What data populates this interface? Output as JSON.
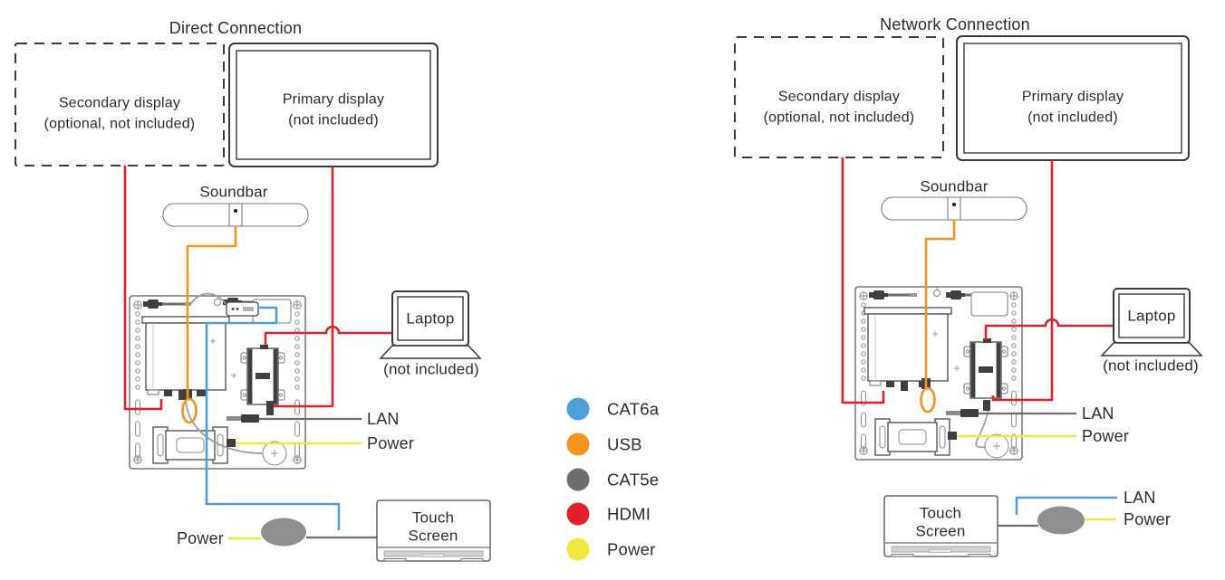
{
  "legend": {
    "items": [
      {
        "label": "CAT6a",
        "color": "#4da0d8"
      },
      {
        "label": "USB",
        "color": "#f6921e"
      },
      {
        "label": "CAT5e",
        "color": "#6d6e71"
      },
      {
        "label": "HDMI",
        "color": "#e0212a"
      },
      {
        "label": "Power",
        "color": "#efe93e"
      }
    ]
  },
  "direct": {
    "title": "Direct Connection",
    "secondary_display_line1": "Secondary display",
    "secondary_display_line2": "(optional, not included)",
    "primary_display_line1": "Primary display",
    "primary_display_line2": "(not included)",
    "soundbar": "Soundbar",
    "laptop": "Laptop",
    "laptop_note": "(not included)",
    "lan": "LAN",
    "power": "Power",
    "touch_line1": "Touch",
    "touch_line2": "Screen",
    "touch_power": "Power"
  },
  "network": {
    "title": "Network Connection",
    "secondary_display_line1": "Secondary display",
    "secondary_display_line2": "(optional, not included)",
    "primary_display_line1": "Primary display",
    "primary_display_line2": "(not included)",
    "soundbar": "Soundbar",
    "laptop": "Laptop",
    "laptop_note": "(not included)",
    "lan": "LAN",
    "power": "Power",
    "touch_line1": "Touch",
    "touch_line2": "Screen",
    "touch_lan": "LAN",
    "touch_power": "Power"
  }
}
